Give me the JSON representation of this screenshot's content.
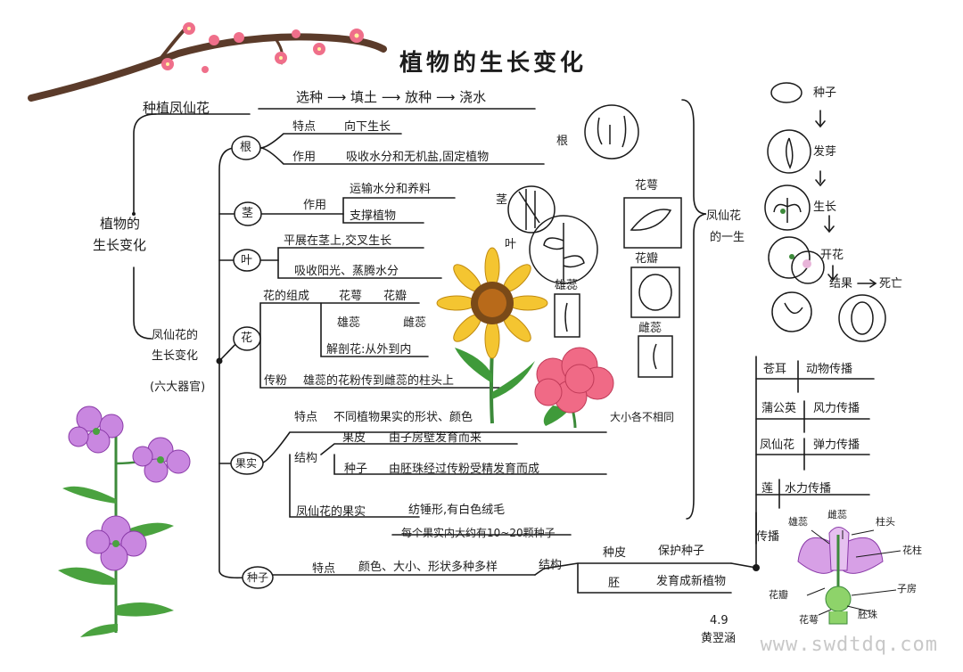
{
  "title": "植物的生长变化",
  "watermark": "www.swdtdq.com",
  "signature": {
    "date": "4.9",
    "name": "黄翌涵"
  },
  "root": {
    "top": "植物的",
    "bottom": "生长变化"
  },
  "planting": {
    "label": "种植凤仙花",
    "steps": "选种 ⟶ 填土 ⟶ 放种 ⟶ 浇水"
  },
  "flower_change": {
    "line1": "凤仙花的",
    "line2": "生长变化",
    "note": "(六大器官)"
  },
  "root_branch": {
    "node": "根",
    "feature_label": "特点",
    "feature": "向下生长",
    "function_label": "作用",
    "function": "吸收水分和无机盐,固定植物",
    "drawing_label": "根"
  },
  "stem_branch": {
    "node": "茎",
    "function_label": "作用",
    "items": [
      "运输水分和养料",
      "支撑植物"
    ],
    "drawing_label": "茎"
  },
  "leaf_branch": {
    "node": "叶",
    "items": [
      "平展在茎上,交叉生长",
      "吸收阳光、蒸腾水分"
    ],
    "drawing_label": "叶"
  },
  "flower_branch": {
    "node": "花",
    "composition_label": "花的组成",
    "parts": [
      "花萼",
      "花瓣",
      "雄蕊",
      "雌蕊"
    ],
    "dissect": "解剖花:从外到内",
    "pollination_label": "传粉",
    "pollination": "雄蕊的花粉传到雌蕊的柱头上"
  },
  "part_drawings": {
    "sepal": "花萼",
    "petal": "花瓣",
    "stamen": "雄蕊",
    "pistil": "雌蕊"
  },
  "fruit_branch": {
    "node": "果实",
    "feature_label": "特点",
    "feature": "不同植物果实的形状、颜色",
    "feature_tail": "大小各不相同",
    "structure_label": "结构",
    "peel_label": "果皮",
    "peel": "由子房壁发育而来",
    "seed_label": "种子",
    "seed": "由胚珠经过传粉受精发育而成",
    "impatiens_label": "凤仙花的果实",
    "impatiens": "纺锤形,有白色绒毛",
    "note": "每个果实内大约有10~20颗种子"
  },
  "seed_branch": {
    "node": "种子",
    "feature_label": "特点",
    "feature": "颜色、大小、形状多种多样",
    "structure_label": "结构",
    "coat_label": "种皮",
    "coat": "保护种子",
    "embryo_label": "胚",
    "embryo": "发育成新植物"
  },
  "life_cycle": {
    "label_top": "凤仙花",
    "label_bottom": "的一生",
    "stages": [
      "种子",
      "发芽",
      "生长",
      "开花",
      "结果",
      "死亡"
    ]
  },
  "dispersal": {
    "label": "传播",
    "rows": [
      {
        "plant": "苍耳",
        "method": "动物传播"
      },
      {
        "plant": "蒲公英",
        "method": "风力传播"
      },
      {
        "plant": "凤仙花",
        "method": "弹力传播"
      },
      {
        "plant": "莲",
        "method": "水力传播"
      }
    ]
  },
  "flower_diagram": {
    "labels": [
      "雄蕊",
      "雌蕊",
      "柱头",
      "花柱",
      "花瓣",
      "子房",
      "花萼",
      "胚珠"
    ]
  }
}
